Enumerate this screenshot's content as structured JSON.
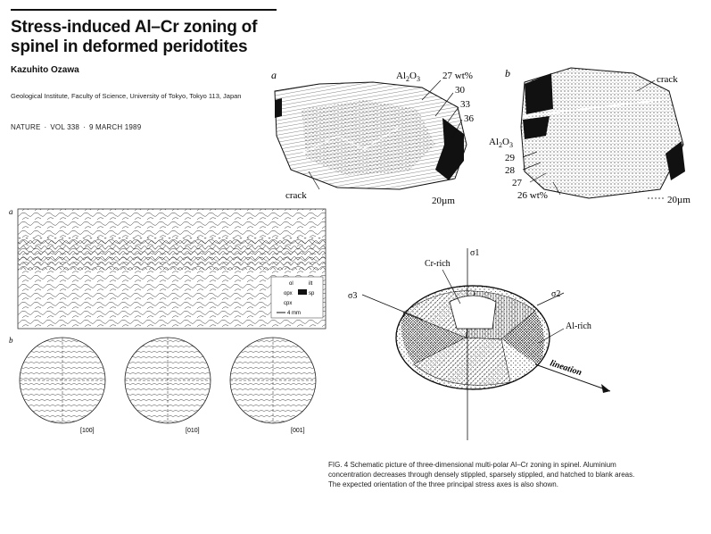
{
  "header": {
    "title": "Stress-induced Al–Cr zoning of spinel in deformed peridotites",
    "author": "Kazuhito Ozawa",
    "affiliation": "Geological Institute, Faculty of Science, University of Tokyo, Tokyo 113, Japan",
    "journal": "NATURE",
    "volume": "VOL 338",
    "date": "9 MARCH 1989"
  },
  "figure_a": {
    "panel": "a",
    "compound": "Al2O3",
    "contours": [
      "27 wt%",
      "30",
      "33",
      "36"
    ],
    "crack": "crack",
    "scale": "20µm"
  },
  "figure_b": {
    "panel": "b",
    "compound": "Al2O3",
    "contours": [
      "29",
      "28",
      "27",
      "26 wt%"
    ],
    "crack": "crack",
    "scale": "20µm"
  },
  "micrograph": {
    "panel_a": "a",
    "panel_b": "b",
    "legend": [
      "ol",
      "ilt",
      "opx",
      "sp",
      "cpx",
      "4 mm"
    ],
    "stereonets": [
      "[100]",
      "[010]",
      "[001]"
    ]
  },
  "figure4": {
    "sigma1": "σ1",
    "sigma2": "σ2",
    "sigma3": "σ3",
    "cr_rich": "Cr-rich",
    "al_rich": "Al-rich",
    "lineation": "lineation"
  },
  "caption": {
    "text": "FIG. 4 Schematic picture of three-dimensional multi-polar Al–Cr zoning in spinel. Aluminium concentration decreases through densely stippled, sparsely stippled, and hatched to blank areas. The expected orientation of the three principal stress axes is also shown."
  }
}
